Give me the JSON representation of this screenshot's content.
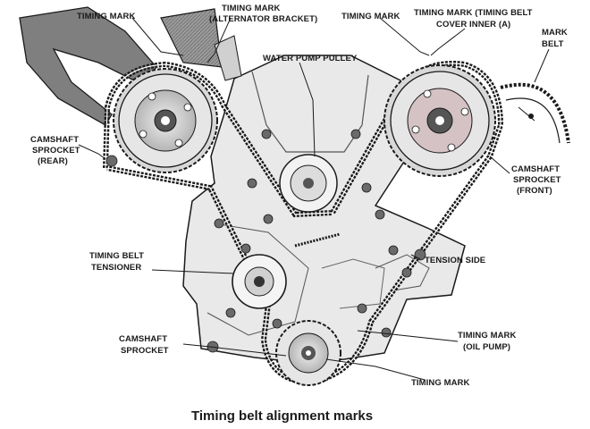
{
  "labels": {
    "timing_mark_top_left": "TIMING MARK",
    "timing_mark_alt_l1": "TIMING MARK",
    "timing_mark_alt_l2": "(ALTERNATOR BRACKET)",
    "timing_mark_top_center": "TIMING MARK",
    "timing_mark_cover_l1": "TIMING MARK (TIMING BELT",
    "timing_mark_cover_l2": "COVER INNER (A)",
    "mark_belt_l1": "MARK",
    "mark_belt_l2": "BELT",
    "water_pump_pulley": "WATER PUMP PULLEY",
    "cam_rear_l1": "CAMSHAFT",
    "cam_rear_l2": "SPROCKET",
    "cam_rear_l3": "(REAR)",
    "cam_front_l1": "CAMSHAFT",
    "cam_front_l2": "SPROCKET",
    "cam_front_l3": "(FRONT)",
    "tensioner_l1": "TIMING BELT",
    "tensioner_l2": "TENSIONER",
    "tension_side": "TENSION SIDE",
    "cam_bottom_l1": "CAMSHAFT",
    "cam_bottom_l2": "SPROCKET",
    "oil_pump_l1": "TIMING MARK",
    "oil_pump_l2": "(OIL PUMP)",
    "timing_mark_bottom": "TIMING MARK"
  },
  "caption": "Timing belt alignment marks",
  "colors": {
    "ink": "#1a1a1a",
    "engine_shade": "#c9c9c9",
    "bracket_shade": "#8a8a8a",
    "paper": "#ffffff"
  }
}
